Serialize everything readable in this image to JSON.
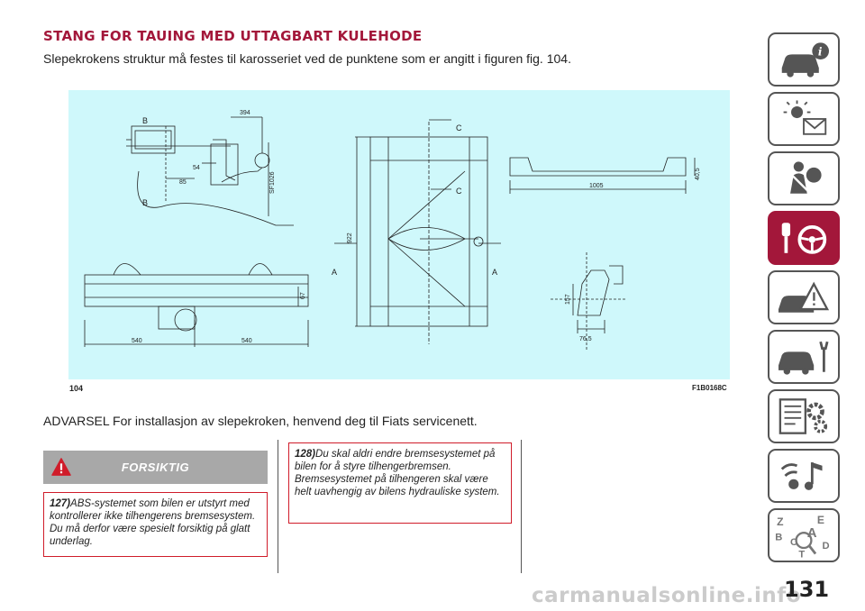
{
  "heading": "STANG FOR TAUING MED UTTAGBART KULEHODE",
  "intro": "Slepekrokens struktur må festes til karosseriet ved de punktene som er angitt i figuren fig. 104.",
  "figure": {
    "number": "104",
    "code": "F1B0168C",
    "labels": {
      "b_top": "B",
      "b_bottom": "B",
      "c_top": "C",
      "c_mid": "C",
      "a_left": "A",
      "a_right": "A",
      "dim_394": "394",
      "dim_54": "54",
      "dim_85": "85",
      "dim_sw": "SF1026",
      "dim_922": "922",
      "dim_1005": "1005",
      "dim_40_5": "40,5",
      "dim_67": "67",
      "dim_540_left": "540",
      "dim_540_right": "540",
      "dim_157": "157",
      "dim_76_5": "76,5"
    }
  },
  "warning_text": "ADVARSEL For installasjon av slepekroken, henvend deg til Fiats servicenett.",
  "caution": {
    "title": "FORSIKTIG",
    "icon": "warning-triangle-icon",
    "color": "#d01c2a"
  },
  "notes": {
    "n127": {
      "num": "127)",
      "text": "ABS-systemet som bilen er utstyrt med kontrollerer ikke tilhengerens bremsesystem. Du må derfor være spesielt forsiktig på glatt underlag."
    },
    "n128": {
      "num": "128)",
      "text": "Du skal aldri endre bremsesystemet på bilen for å styre tilhengerbremsen. Bremsesystemet på tilhengeren skal være helt uavhengig av bilens hydrauliske system."
    }
  },
  "side_tabs": [
    {
      "icon": "car-info-icon",
      "active": false
    },
    {
      "icon": "lights-message-icon",
      "active": false
    },
    {
      "icon": "seatbelt-airbag-icon",
      "active": false
    },
    {
      "icon": "key-steering-wheel-icon",
      "active": true
    },
    {
      "icon": "car-warning-icon",
      "active": false
    },
    {
      "icon": "car-wrench-icon",
      "active": false
    },
    {
      "icon": "specs-gears-icon",
      "active": false
    },
    {
      "icon": "media-music-icon",
      "active": false
    },
    {
      "icon": "alphabet-index-icon",
      "active": false,
      "letters": [
        "Z",
        "E",
        "A",
        "B",
        "C",
        "T",
        "D"
      ]
    }
  ],
  "page_number": "131",
  "watermark": "carmanualsonline.info",
  "colors": {
    "accent": "#a3173a",
    "figure_bg": "#cff8fb",
    "note_border": "#d01c2a"
  }
}
